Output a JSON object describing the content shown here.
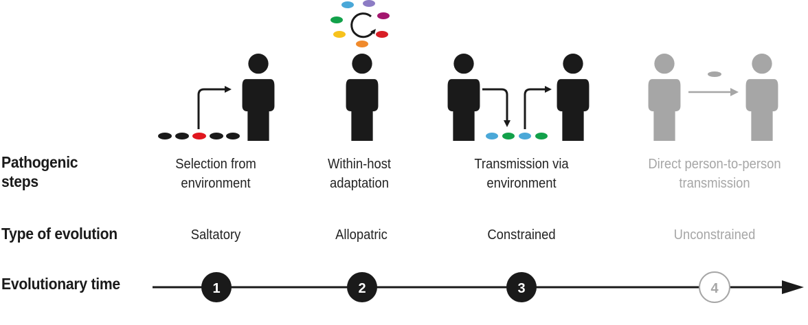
{
  "row_labels": {
    "pathogenic_steps": "Pathogenic\nsteps",
    "pathogenic_steps_line1": "Pathogenic",
    "pathogenic_steps_line2": "steps",
    "type_of_evolution": "Type of evolution",
    "evolutionary_time": "Evolutionary time"
  },
  "stages": [
    {
      "number": "1",
      "step_line1": "Selection from",
      "step_line2": "environment",
      "evolution": "Saltatory",
      "active": true
    },
    {
      "number": "2",
      "step_line1": "Within-host",
      "step_line2": "adaptation",
      "evolution": "Allopatric",
      "active": true
    },
    {
      "number": "3",
      "step_line1": "Transmission via",
      "step_line2": "environment",
      "evolution": "Constrained",
      "active": true
    },
    {
      "number": "4",
      "step_line1": "Direct person-to-person",
      "step_line2": "transmission",
      "evolution": "Unconstrained",
      "active": false
    }
  ],
  "colors": {
    "active": "#1a1a1a",
    "inactive": "#a6a6a6",
    "selected_pathogen": "#e0161e",
    "blue": "#4aa8d8",
    "green": "#12a14a",
    "purple": "#8c7cc4",
    "magenta": "#a3166e",
    "red": "#d81e26",
    "orange": "#f08a2c",
    "yellow": "#f7c21c"
  },
  "icons": {
    "person": "person-icon",
    "cycle": "cycle-arrow-icon",
    "arrow": "arrow-icon",
    "pathogen": "pathogen-dot-icon"
  }
}
